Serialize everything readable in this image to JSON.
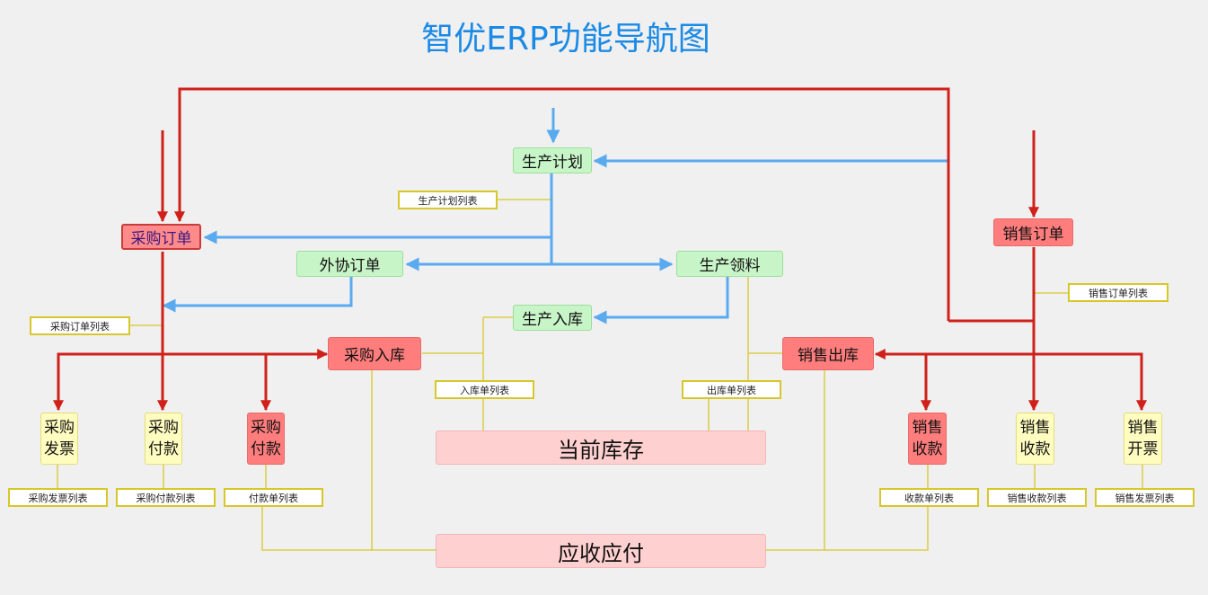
{
  "title": "智优ERP功能导航图",
  "nodes": {
    "production_plan": "生产计划",
    "purchase_order": "采购订单",
    "outsource_order": "外协订单",
    "production_material": "生产领料",
    "production_inbound": "生产入库",
    "sales_order": "销售订单",
    "purchase_inbound": "采购入库",
    "sales_outbound": "销售出库",
    "purchase_invoice": "采购\n发票",
    "purchase_payment": "采购\n付款",
    "purchase_payment_red": "采购\n付款",
    "sales_receipt_red": "销售\n收款",
    "sales_receipt": "销售\n收款",
    "sales_invoice": "销售\n开票",
    "current_stock": "当前库存",
    "receivable_payable": "应收应付"
  },
  "lists": {
    "production_plan_list": "生产计划列表",
    "purchase_order_list": "采购订单列表",
    "sales_order_list": "销售订单列表",
    "inbound_list": "入库单列表",
    "outbound_list": "出库单列表",
    "purchase_invoice_list": "采购发票列表",
    "purchase_payment_list": "采购付款列表",
    "payment_list": "付款单列表",
    "receipt_list": "收款单列表",
    "sales_receipt_list": "销售收款列表",
    "sales_invoice_list": "销售发票列表"
  },
  "colors": {
    "title": "#1a8ae6",
    "red_arrow": "#d0201a",
    "blue_arrow": "#5aaaf0",
    "yellow_line": "#d8c72a",
    "green_node": "#c8f5c8",
    "red_node": "#ff7d7d",
    "yellow_node": "#fffcc0",
    "summary_node": "#ffd0d0"
  }
}
